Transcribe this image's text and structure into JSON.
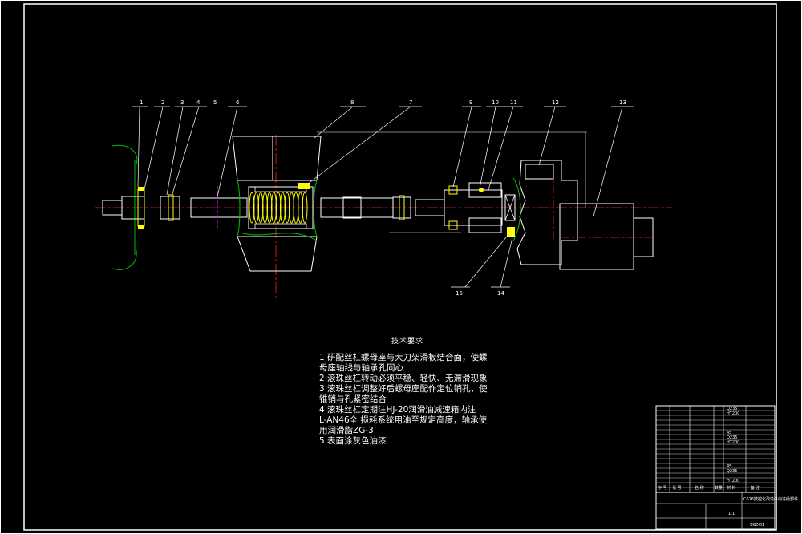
{
  "drawing": {
    "part_labels": [
      "1",
      "2",
      "3",
      "4",
      "5",
      "6",
      "8",
      "7",
      "9",
      "10",
      "11",
      "12",
      "13",
      "15",
      "14"
    ]
  },
  "tech_requirements": {
    "title": "技术要求",
    "lines": [
      "1 研配丝杠螺母座与大刀架滑板结合面，使螺",
      "母座轴线与轴承孔同心",
      "2 滚珠丝杠转动必须平稳、轻快、无滞滑现象",
      "3 滚珠丝杠调整好后螺母座配作定位销孔，使",
      "锥销与孔紧密结合",
      "4 滚珠丝杠定期注HJ-20润滑油减速箱内注",
      "L-AN46全   损耗系统用油至规定高度，轴承使",
      "用润滑脂ZG-3",
      "5 表面涂灰色油漆"
    ]
  },
  "title_block": {
    "materials": [
      "Q235",
      "HT200",
      "",
      "",
      "",
      "45",
      "Q235",
      "HT200",
      "",
      "",
      "",
      "",
      "45",
      "Q235",
      "",
      "HT200"
    ],
    "header": [
      "序 号",
      "代 号",
      "名 称",
      "数量",
      "材 料",
      "备 注"
    ],
    "drawing_title": "C616数控化改造纵向进给部件",
    "drawing_no": "XKZ-01",
    "scale": "1:1"
  }
}
